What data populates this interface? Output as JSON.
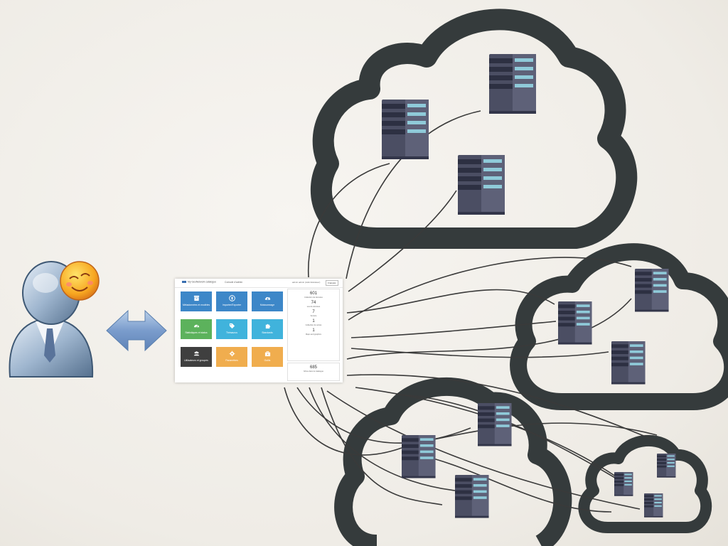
{
  "app": {
    "logo_text": "My GeoNetwork catalogue",
    "admin_console": "Console d'admin",
    "user_text": "admin admin (Administrateur)",
    "language": "Français"
  },
  "tiles": [
    {
      "label": "Métadonnées et modèles",
      "color": "#3d87c8",
      "icon": "archive-icon"
    },
    {
      "label": "Importer/Exporter",
      "color": "#3d87c8",
      "icon": "upload-icon"
    },
    {
      "label": "Moissonnage",
      "color": "#3d87c8",
      "icon": "cloud-download-icon"
    },
    {
      "label": "Statistiques et status",
      "color": "#5cb25c",
      "icon": "dashboard-icon"
    },
    {
      "label": "Thésaurus",
      "color": "#40b3dc",
      "icon": "tags-icon"
    },
    {
      "label": "Standards",
      "color": "#40b3dc",
      "icon": "puzzle-icon"
    },
    {
      "label": "Utilisateurs et groupes",
      "color": "#3f3f3f",
      "icon": "users-icon"
    },
    {
      "label": "Paramètres",
      "color": "#f0ad4e",
      "icon": "gear-icon"
    },
    {
      "label": "Outils",
      "color": "#f0ad4e",
      "icon": "toolbox-icon"
    }
  ],
  "stats": [
    {
      "value": "601",
      "label": "Collection de données"
    },
    {
      "value": "74",
      "label": "ues de données"
    },
    {
      "value": "7",
      "label": "Service"
    },
    {
      "value": "1",
      "label": "Collection de séries"
    },
    {
      "value": "1",
      "label": "Maps and graphics"
    }
  ],
  "catalog": {
    "value": "685",
    "label": "fiches dans le catalogue"
  },
  "colors": {
    "cloud_stroke": "#353b3c",
    "server_body": "#4b4e63",
    "server_dark": "#33364a",
    "server_light": "#8fcad9",
    "arrow": "#7a9ccc"
  }
}
